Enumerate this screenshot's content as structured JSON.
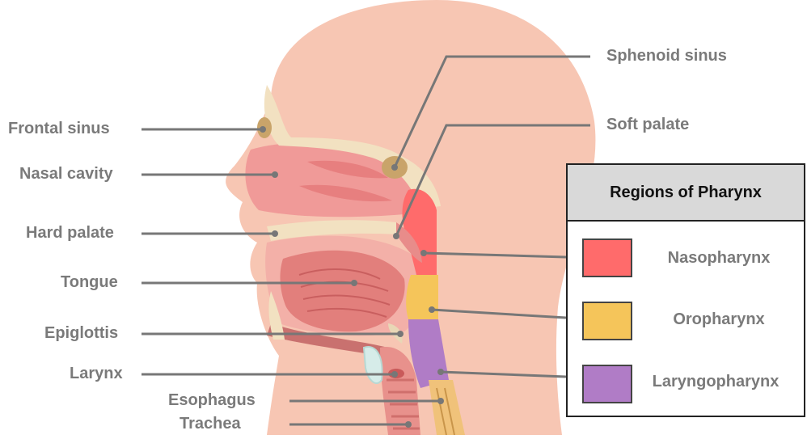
{
  "labels": {
    "frontal_sinus": "Frontal sinus",
    "nasal_cavity": "Nasal cavity",
    "hard_palate": "Hard palate",
    "tongue": "Tongue",
    "epiglottis": "Epiglottis",
    "larynx": "Larynx",
    "esophagus": "Esophagus",
    "trachea": "Trachea",
    "sphenoid_sinus": "Sphenoid sinus",
    "soft_palate": "Soft palate"
  },
  "legend": {
    "title": "Regions of Pharynx",
    "items": [
      {
        "label": "Nasopharynx",
        "color": "#ff6b6b"
      },
      {
        "label": "Oropharynx",
        "color": "#f5c55a"
      },
      {
        "label": "Laryngopharynx",
        "color": "#b07cc6"
      }
    ]
  },
  "colors": {
    "skin": "#f7c6b3",
    "leader_line": "#777777",
    "bone": "#f2e1c1"
  }
}
